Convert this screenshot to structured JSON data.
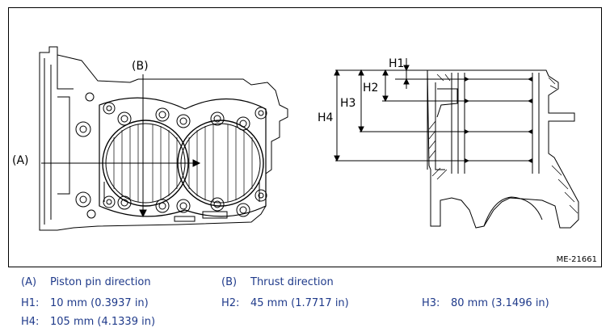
{
  "figure": {
    "callouts": {
      "a": "(A)",
      "b": "(B)",
      "h1": "H1",
      "h2": "H2",
      "h3": "H3",
      "h4": "H4"
    },
    "figure_id": "ME-21661"
  },
  "legend": {
    "a": {
      "key": "(A)",
      "text": "Piston pin direction"
    },
    "b": {
      "key": "(B)",
      "text": "Thrust direction"
    },
    "h1": {
      "key": "H1:",
      "text": "10 mm (0.3937 in)"
    },
    "h2": {
      "key": "H2:",
      "text": "45 mm (1.7717 in)"
    },
    "h3": {
      "key": "H3:",
      "text": "80 mm (3.1496 in)"
    },
    "h4": {
      "key": "H4:",
      "text": "105 mm (4.1339 in)"
    }
  },
  "colors": {
    "legend_text": "#1f3a8a",
    "line": "#000000"
  }
}
